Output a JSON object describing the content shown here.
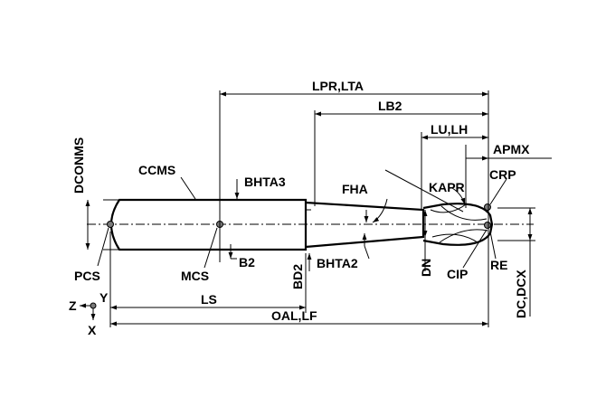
{
  "labels": {
    "lpr_lta": "LPR,LTA",
    "lb2": "LB2",
    "lu_lh": "LU,LH",
    "apmx": "APMX",
    "dconms": "DCONMS",
    "ccms": "CCMS",
    "bhta3": "BHTA3",
    "fha": "FHA",
    "kapr": "KAPR",
    "crp": "CRP",
    "pcs": "PCS",
    "mcs": "MCS",
    "b2": "B2",
    "bd2": "BD2",
    "bhta2": "BHTA2",
    "dn": "DN",
    "cip": "CIP",
    "re": "RE",
    "dc_dcx": "DC,DCX",
    "ls": "LS",
    "oal_lf": "OAL,LF",
    "axis_z": "Z",
    "axis_y": "Y",
    "axis_x": "X"
  },
  "colors": {
    "line": "#000000",
    "point_fill": "#7a7a7a",
    "background": "#ffffff"
  }
}
